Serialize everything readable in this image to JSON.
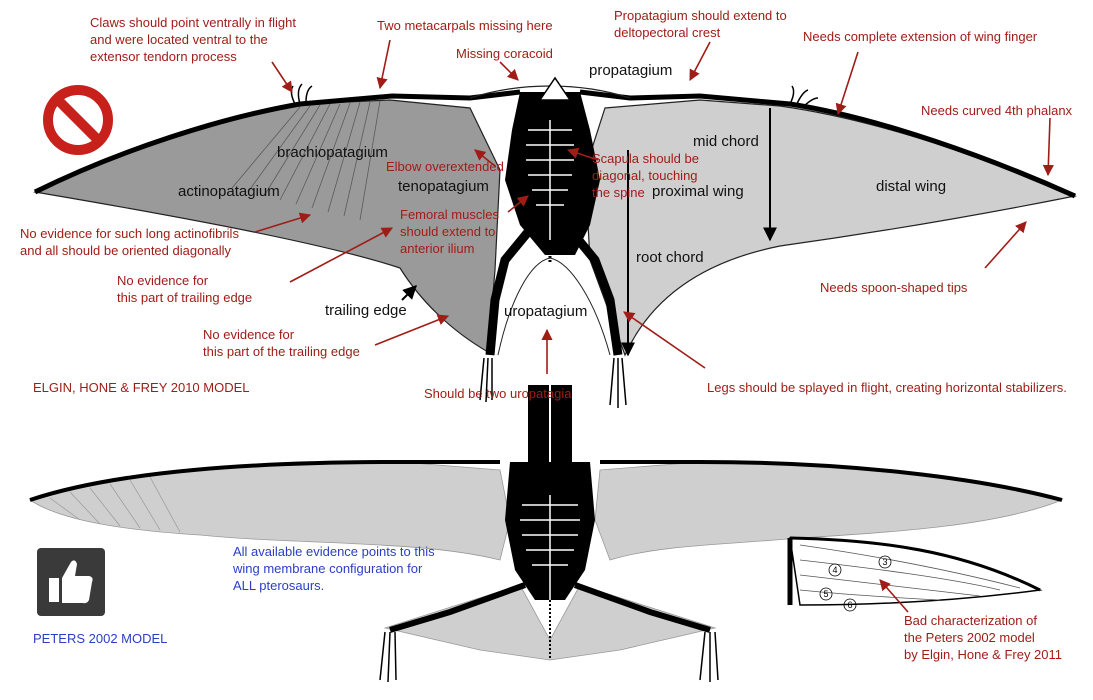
{
  "colors": {
    "annotation_red": "#a01d17",
    "annotation_blue": "#2b3ec4",
    "membrane_dark": "#9a9a9a",
    "membrane_light": "#cfcfcf",
    "bone": "#000000",
    "prohibition_red": "#c8211b"
  },
  "icons": {
    "prohibition": "prohibition-icon",
    "approval": "thumbs-up-icon"
  },
  "top_model": {
    "caption": "ELGIN, HONE & FREY 2010 MODEL",
    "membrane_labels": {
      "propatagium": "propatagium",
      "brachiopatagium": "brachiopatagium",
      "actinopatagium": "actinopatagium",
      "tenopatagium": "tenopatagium",
      "uropatagium": "uropatagium",
      "trailing_edge": "trailing edge",
      "mid_chord": "mid chord",
      "proximal_wing": "proximal wing",
      "root_chord": "root chord",
      "distal_wing": "distal wing"
    },
    "critiques": {
      "claws": "Claws should point ventrally in flight\nand were located ventral to the\nextensor tendorn process",
      "metacarpals": "Two metacarpals missing here",
      "coracoid": "Missing coracoid",
      "propatagium_extent": "Propatagium should extend to\ndeltopectoral crest",
      "wing_finger": "Needs complete extension of wing finger",
      "phalanx": "Needs curved 4th phalanx",
      "elbow": "Elbow overextended",
      "scapula": "Scapula should be\ndiagonal, touching\nthe spine",
      "femoral": "Femoral muscles\nshould extend to\nanterior ilium",
      "actinofibrils": "No evidence for such long actinofibrils\nand all should be oriented diagonally",
      "trailing_1": "No evidence for\nthis part of trailing edge",
      "trailing_2": "No evidence for\nthis part of the trailing edge",
      "spoon_tips": "Needs spoon-shaped tips",
      "uropatagia": "Should be two uropatagia",
      "legs": "Legs should be splayed in flight, creating horizontal stabilizers."
    }
  },
  "bottom_model": {
    "caption": "PETERS 2002 MODEL",
    "evidence_note": "All available evidence points to this\nwing membrane configuration for\nALL pterosaurs.",
    "inset_note": "Bad characterization of\nthe Peters 2002 model\nby Elgin, Hone & Frey 2011",
    "inset_numbers": [
      "3",
      "4",
      "5",
      "6"
    ]
  }
}
